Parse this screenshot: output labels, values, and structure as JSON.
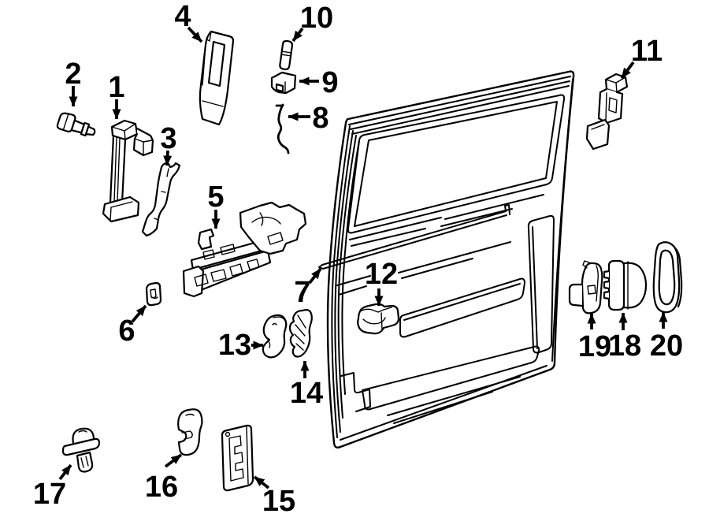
{
  "diagram": {
    "background_color": "#ffffff",
    "line_color": "#000000",
    "callouts": [
      {
        "label": "1"
      },
      {
        "label": "2"
      },
      {
        "label": "3"
      },
      {
        "label": "4"
      },
      {
        "label": "5"
      },
      {
        "label": "6"
      },
      {
        "label": "7"
      },
      {
        "label": "8"
      },
      {
        "label": "9"
      },
      {
        "label": "10"
      },
      {
        "label": "11"
      },
      {
        "label": "12"
      },
      {
        "label": "13"
      },
      {
        "label": "14"
      },
      {
        "label": "15"
      },
      {
        "label": "16"
      },
      {
        "label": "17"
      },
      {
        "label": "18"
      },
      {
        "label": "19"
      },
      {
        "label": "20"
      }
    ]
  }
}
